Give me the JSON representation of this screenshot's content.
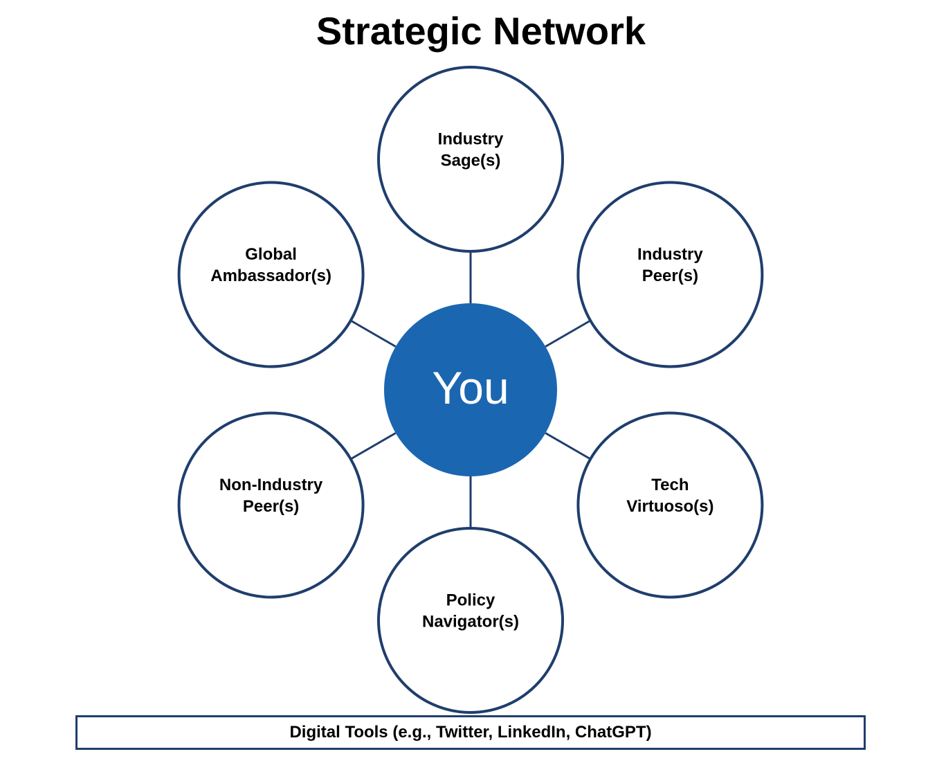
{
  "title": "Strategic Network",
  "center": {
    "label": "You"
  },
  "nodes": [
    {
      "id": "industry-sage",
      "lines": [
        "Industry",
        "Sage(s)"
      ]
    },
    {
      "id": "industry-peer",
      "lines": [
        "Industry",
        "Peer(s)"
      ]
    },
    {
      "id": "tech-virtuoso",
      "lines": [
        "Tech",
        "Virtuoso(s)"
      ]
    },
    {
      "id": "policy-navigator",
      "lines": [
        "Policy",
        "Navigator(s)"
      ]
    },
    {
      "id": "non-industry-peer",
      "lines": [
        "Non-Industry",
        "Peer(s)"
      ]
    },
    {
      "id": "global-ambassador",
      "lines": [
        "Global",
        "Ambassador(s)"
      ]
    }
  ],
  "footer": {
    "label": "Digital Tools (e.g., Twitter, LinkedIn, ChatGPT)"
  },
  "colors": {
    "center_fill": "#1b66b1",
    "node_stroke": "#1f3e6d",
    "connector": "#1f3e6d",
    "footer_border": "#1f3e6d"
  }
}
